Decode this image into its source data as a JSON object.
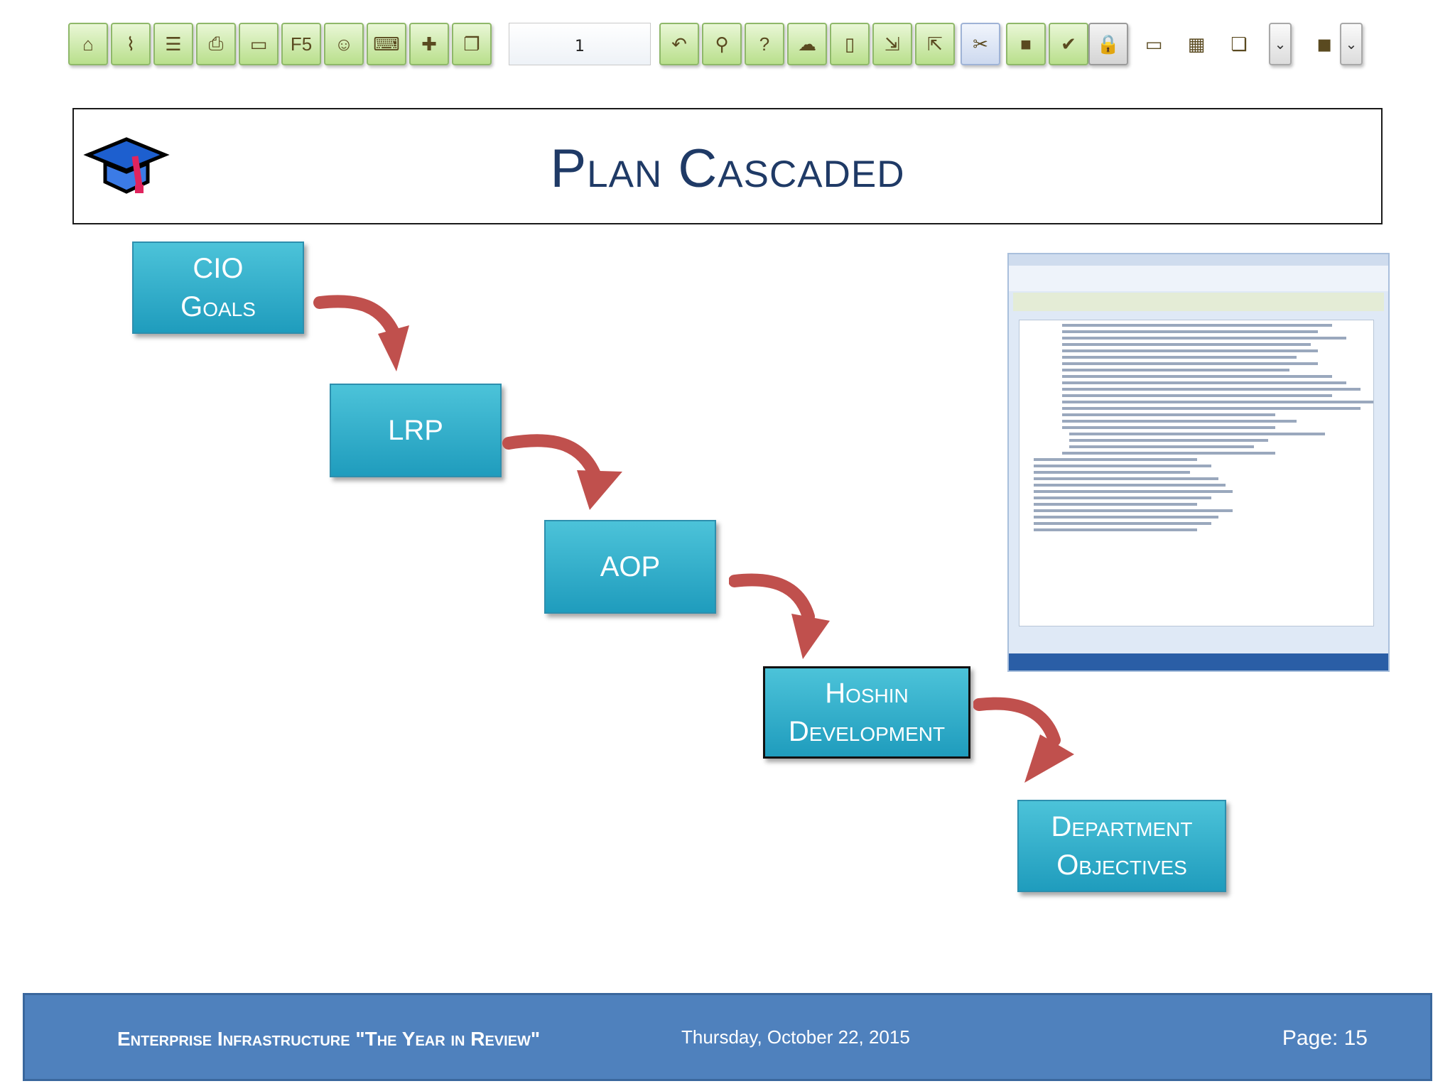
{
  "toolbar": {
    "buttons": [
      {
        "name": "home-button",
        "icon": "home-icon",
        "glyph": "⌂"
      },
      {
        "name": "chart-button",
        "icon": "chart-icon",
        "glyph": "⌇"
      },
      {
        "name": "documents-button",
        "icon": "documents-icon",
        "glyph": "☰"
      },
      {
        "name": "print-button",
        "icon": "printer-icon",
        "glyph": "⎙"
      },
      {
        "name": "open-folder-button",
        "icon": "folder-icon",
        "glyph": "▭"
      },
      {
        "name": "refresh-button",
        "icon": "f5-refresh-icon",
        "glyph": "F5"
      },
      {
        "name": "smiley-button",
        "icon": "smiley-icon",
        "glyph": "☺"
      },
      {
        "name": "keyboard-button",
        "icon": "keyboard-icon",
        "glyph": "⌨"
      },
      {
        "name": "add-alert-button",
        "icon": "plus-alert-icon",
        "glyph": "✚"
      },
      {
        "name": "window-button",
        "icon": "window-icon",
        "glyph": "❐"
      }
    ],
    "page_number": "1",
    "buttons_right": [
      {
        "name": "back-button",
        "icon": "undo-arrow-icon",
        "glyph": "↶",
        "style": ""
      },
      {
        "name": "find-button",
        "icon": "binoculars-icon",
        "glyph": "⚲",
        "style": ""
      },
      {
        "name": "help-button",
        "icon": "help-cursor-icon",
        "glyph": "?",
        "style": ""
      },
      {
        "name": "chat-button",
        "icon": "chat-bubbles-icon",
        "glyph": "☁",
        "style": ""
      },
      {
        "name": "page-button",
        "icon": "blank-page-icon",
        "glyph": "▯",
        "style": ""
      },
      {
        "name": "export-button",
        "icon": "export-icon",
        "glyph": "⇲",
        "style": ""
      },
      {
        "name": "import-button",
        "icon": "import-icon",
        "glyph": "⇱",
        "style": ""
      },
      {
        "name": "tools-button",
        "icon": "tools-icon",
        "glyph": "✂",
        "style": "blue"
      },
      {
        "name": "note-button",
        "icon": "note-icon",
        "glyph": "■",
        "style": ""
      },
      {
        "name": "spellcheck-button",
        "icon": "spellcheck-icon",
        "glyph": "✔",
        "style": ""
      },
      {
        "name": "lock-button",
        "icon": "lock-icon",
        "glyph": "🔒",
        "style": "gray"
      },
      {
        "name": "card-button",
        "icon": "card-icon",
        "glyph": "▭",
        "style": "plain"
      },
      {
        "name": "calendar-button",
        "icon": "calendar-icon",
        "glyph": "▦",
        "style": "plain"
      },
      {
        "name": "copy-button",
        "icon": "copy-icon",
        "glyph": "❏",
        "style": "plain"
      },
      {
        "name": "copy-dropdown",
        "icon": "chevron-down-icon",
        "glyph": "⌄",
        "style": "dd"
      },
      {
        "name": "layers-button",
        "icon": "layers-icon",
        "glyph": "◼",
        "style": "plain"
      },
      {
        "name": "layers-dropdown",
        "icon": "chevron-down-icon",
        "glyph": "⌄",
        "style": "dd"
      }
    ]
  },
  "title": "Plan Cascaded",
  "flow": [
    {
      "label": "CIO\nGoals"
    },
    {
      "label": "LRP"
    },
    {
      "label": "AOP"
    },
    {
      "label": "Hoshin\nDevelopment"
    },
    {
      "label": "Department\nObjectives"
    }
  ],
  "colors": {
    "arrow": "#c0504d",
    "box": "#2aa7c8",
    "footer": "#4f81bd",
    "title": "#1f3a66"
  },
  "footer": {
    "left": "Enterprise Infrastructure \"The Year in Review\"",
    "date": "Thursday, October 22, 2015",
    "page": "Page: 15"
  }
}
